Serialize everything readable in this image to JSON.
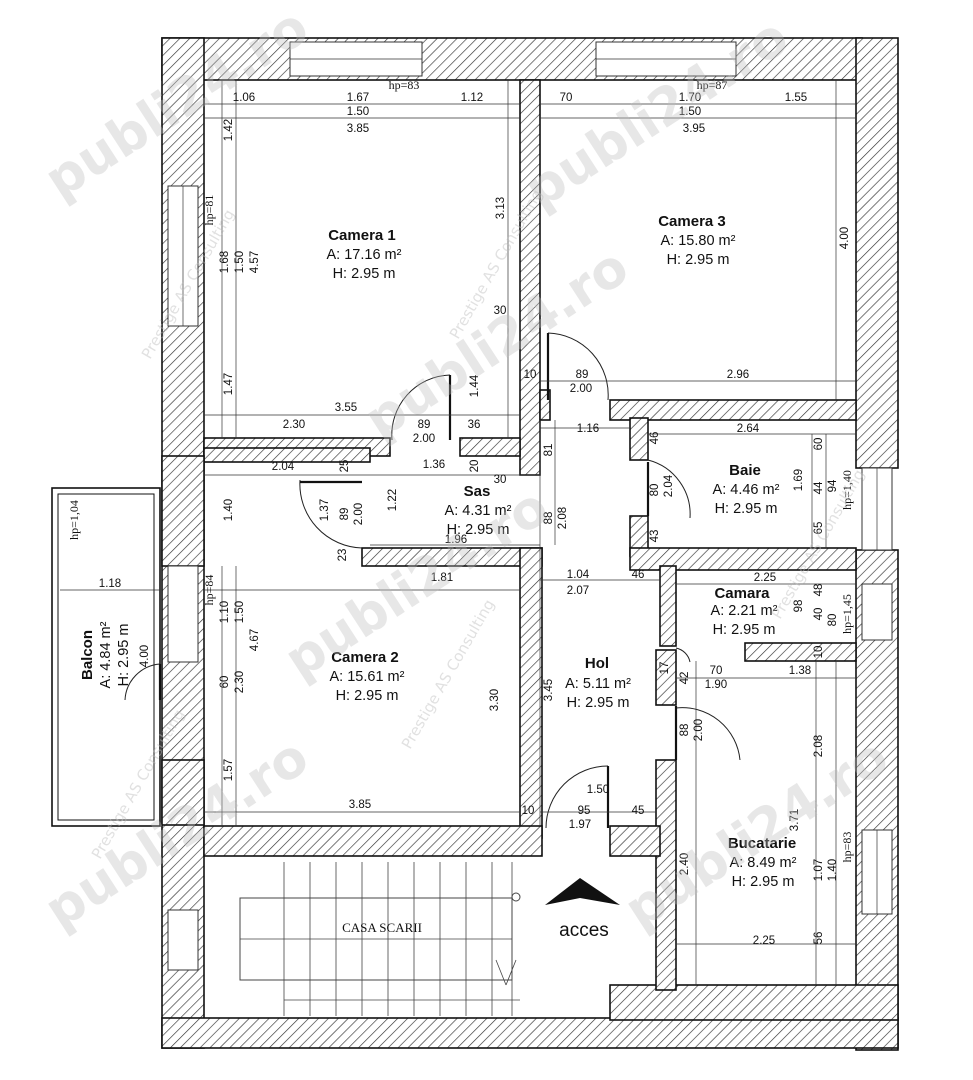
{
  "rooms": [
    {
      "key": "camera1",
      "name": "Camera 1",
      "area": "A: 17.16 m²",
      "height": "H: 2.95 m"
    },
    {
      "key": "camera3",
      "name": "Camera 3",
      "area": "A: 15.80 m²",
      "height": "H: 2.95 m"
    },
    {
      "key": "sas",
      "name": "Sas",
      "area": "A: 4.31 m²",
      "height": "H: 2.95 m"
    },
    {
      "key": "baie",
      "name": "Baie",
      "area": "A: 4.46 m²",
      "height": "H: 2.95 m"
    },
    {
      "key": "camara",
      "name": "Camara",
      "area": "A: 2.21 m²",
      "height": "H: 2.95 m"
    },
    {
      "key": "camera2",
      "name": "Camera 2",
      "area": "A: 15.61 m²",
      "height": "H: 2.95 m"
    },
    {
      "key": "hol",
      "name": "Hol",
      "area": "A: 5.11 m²",
      "height": "H: 2.95 m"
    },
    {
      "key": "bucatarie",
      "name": "Bucatarie",
      "area": "A: 8.49 m²",
      "height": "H: 2.95 m"
    },
    {
      "key": "balcon",
      "name": "Balcon",
      "area": "A: 4.84 m²",
      "height": "H: 2.95 m"
    }
  ],
  "labels": {
    "stairwell": "CASA SCARII",
    "entrance": "acces"
  },
  "window_heights": {
    "camera1_top": "hp=83",
    "camera3_top": "hp=87",
    "camera1_left": "hp=81",
    "baie_right": "hp=1,40",
    "camara_right": "hp=1,45",
    "bucatarie_right": "hp=83",
    "balcon_door": "hp=84",
    "balcon_rail": "hp=1,04"
  },
  "dims": {
    "c1_a": "1.06",
    "c1_b": "1.67",
    "c1_c": "1.12",
    "c1_d": "1.50",
    "c1_e": "3.85",
    "c1_f": "1.42",
    "c1_g": "1.68",
    "c1_h": "1.50",
    "c1_i": "4.57",
    "c1_j": "1.47",
    "c1_k": "3.13",
    "c1_l": "30",
    "c1_m": "2.30",
    "c1_n": "3.55",
    "c1_o": "1.44",
    "c3_a": "70",
    "c3_b": "1.70",
    "c3_c": "1.55",
    "c3_d": "1.50",
    "c3_e": "3.95",
    "c3_f": "4.00",
    "c3_g": "10",
    "c3_h": "89",
    "c3_i": "2.00",
    "c3_j": "2.96",
    "s_a": "89",
    "s_b": "36",
    "s_c": "2.00",
    "s_d": "1.16",
    "s_e": "2.04",
    "s_f": "25",
    "s_g": "1.36",
    "s_h": "20",
    "s_i": "30",
    "s_j": "81",
    "s_k": "1.37",
    "s_l": "89",
    "s_m": "2.00",
    "s_n": "1.22",
    "s_o": "23",
    "s_p": "1.96",
    "s_q": "88",
    "s_r": "2.08",
    "b_a": "2.64",
    "b_b": "46",
    "b_c": "80",
    "b_d": "2.04",
    "b_e": "43",
    "b_f": "60",
    "b_g": "44",
    "b_h": "1.69",
    "b_i": "94",
    "b_j": "65",
    "cm_a": "2.25",
    "cm_b": "48",
    "cm_c": "98",
    "cm_d": "40",
    "cm_e": "80",
    "cm_f": "10",
    "h_a": "1.04",
    "h_b": "46",
    "h_c": "2.07",
    "h_d": "1.81",
    "h_e": "17",
    "h_f": "42",
    "h_g": "70",
    "h_h": "1.90",
    "h_i": "1.38",
    "h_j": "88",
    "h_k": "2.00",
    "h_l": "3.45",
    "h_m": "3.30",
    "h_n": "1.50",
    "h_o": "10",
    "h_p": "95",
    "h_q": "45",
    "h_r": "1.97",
    "c2_a": "1.40",
    "c2_b": "1.10",
    "c2_c": "1.50",
    "c2_d": "4.67",
    "c2_e": "60",
    "c2_f": "2.30",
    "c2_g": "1.57",
    "c2_h": "3.85",
    "bc_a": "1.18",
    "bc_b": "4.00",
    "bu_a": "2.08",
    "bu_b": "3.71",
    "bu_c": "2.40",
    "bu_d": "1.07",
    "bu_e": "1.40",
    "bu_f": "56",
    "bu_g": "2.25"
  },
  "watermarks": {
    "site": "publi24.ro",
    "company": "Prestige AS Consulting"
  }
}
